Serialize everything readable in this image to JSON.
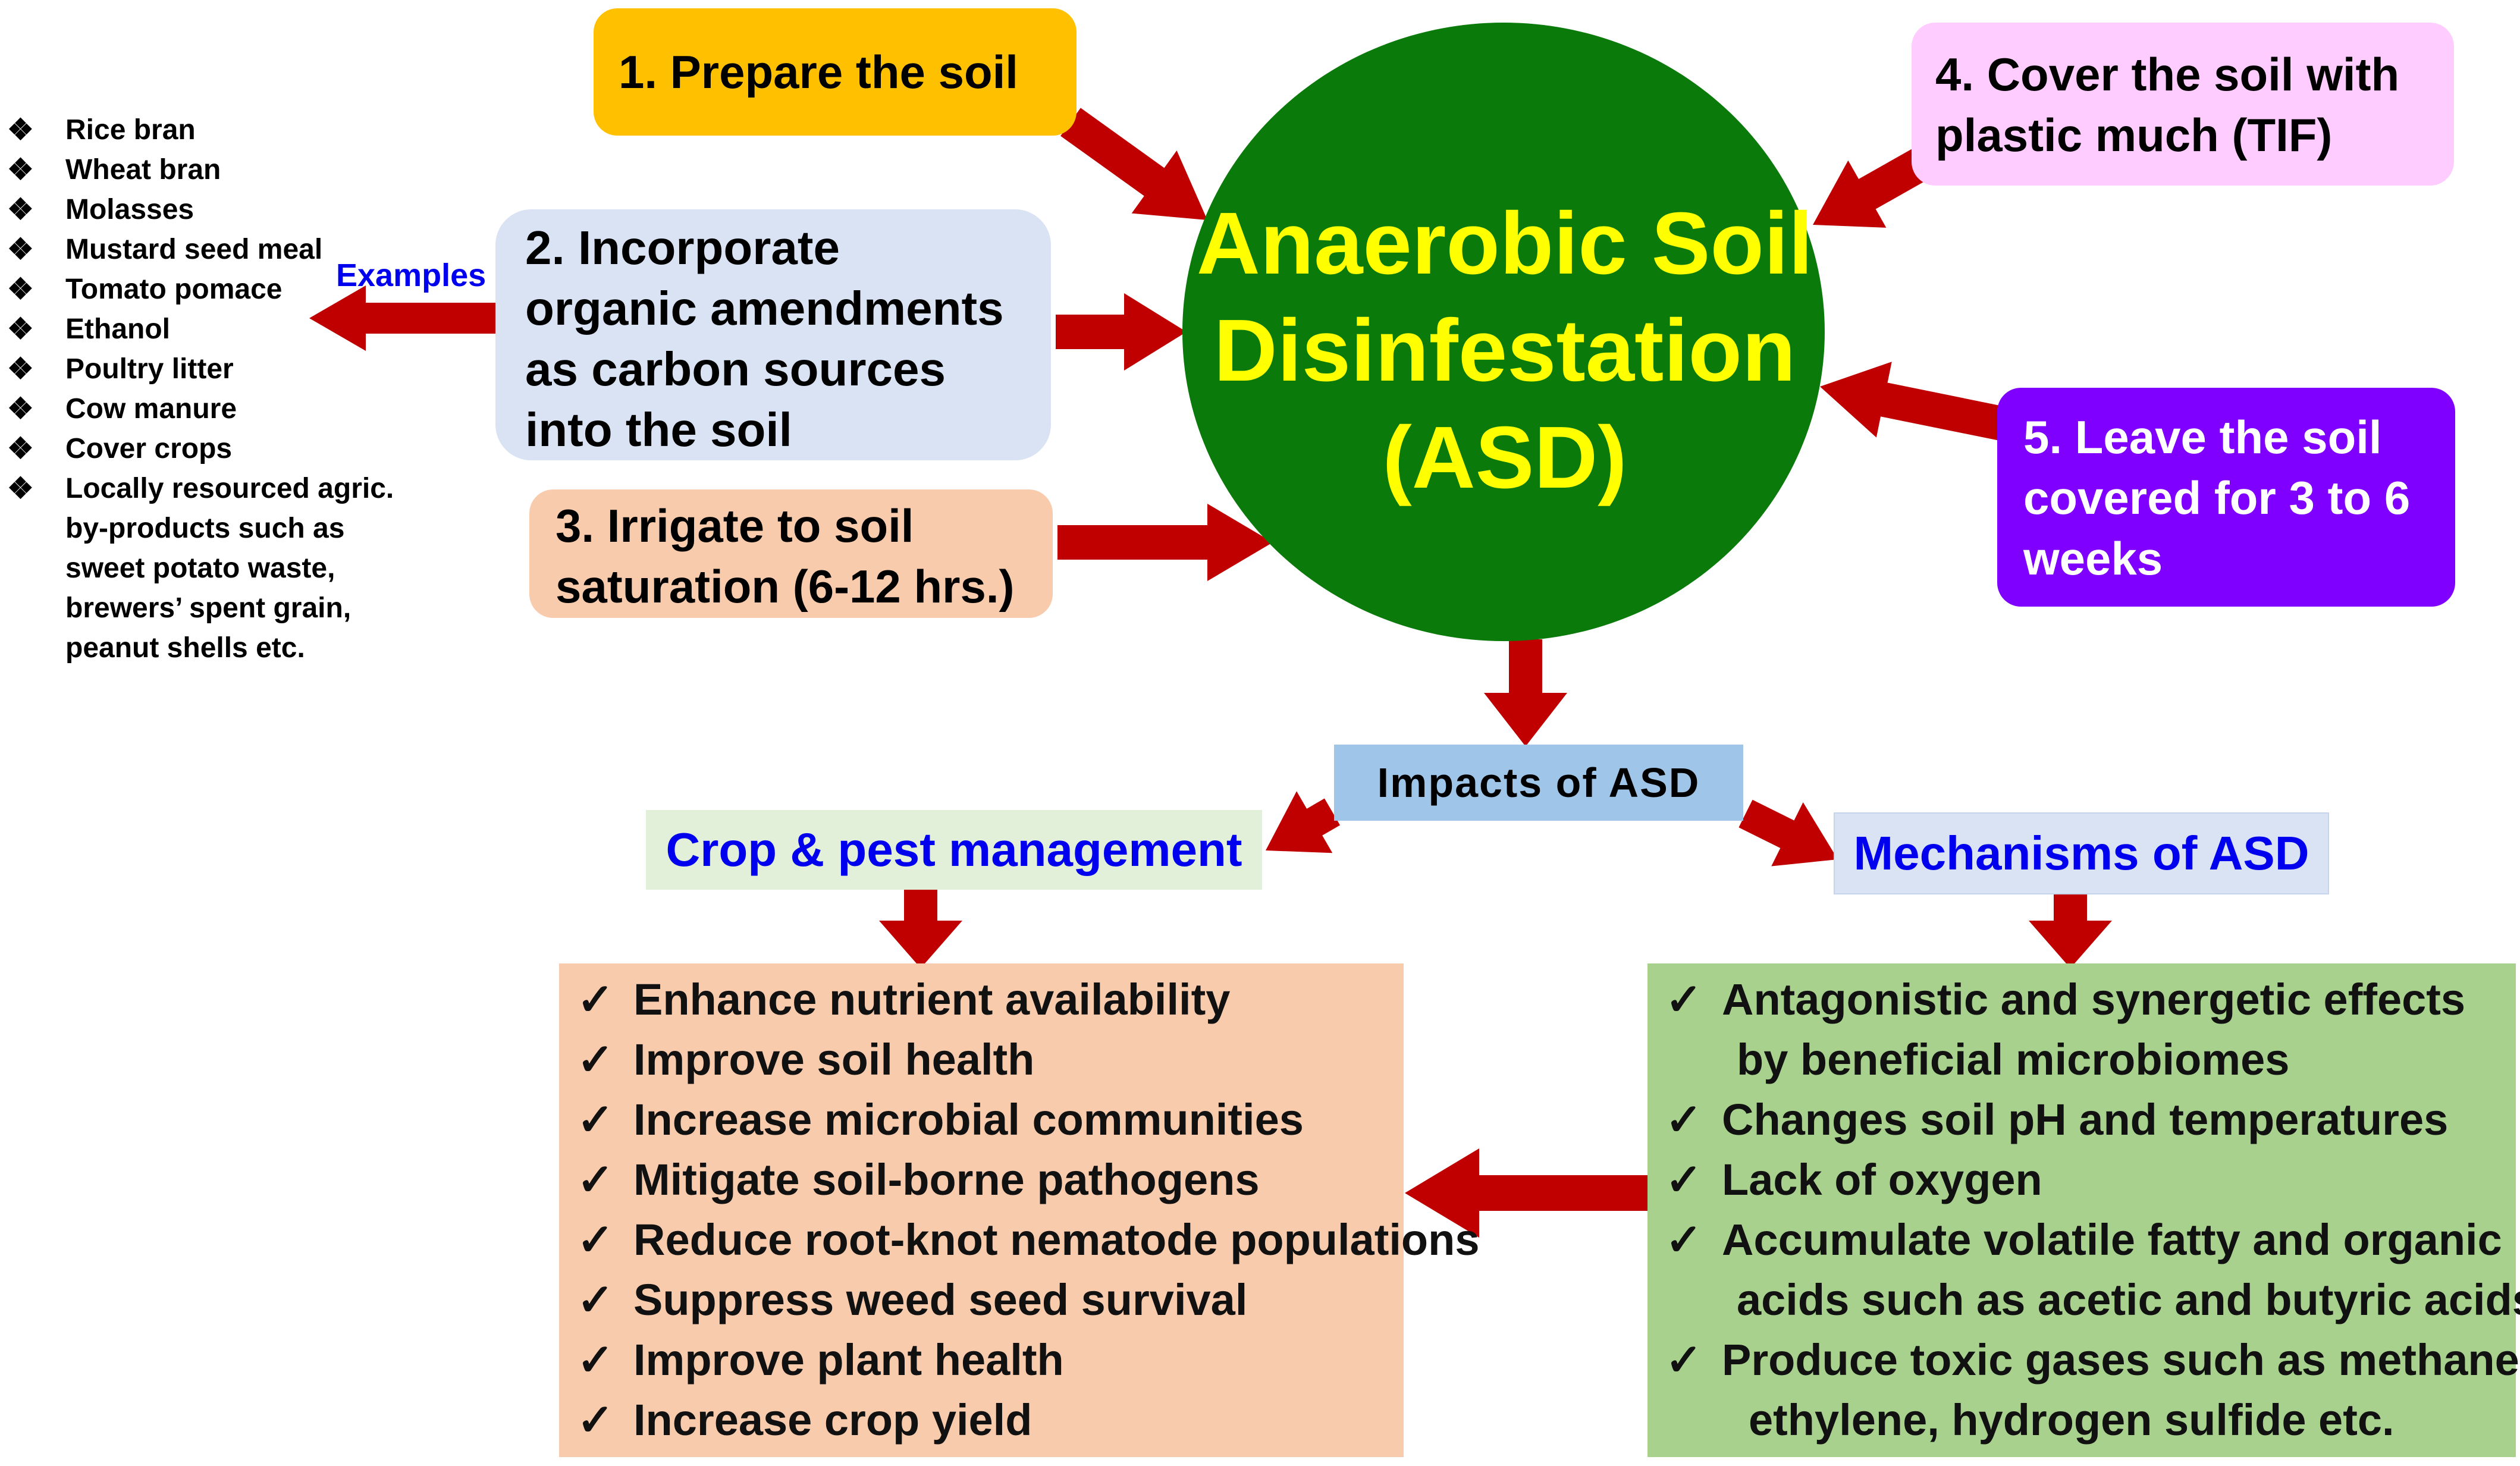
{
  "center": {
    "title_lines": [
      "Anaerobic Soil",
      "Disinfestation",
      "(ASD)"
    ]
  },
  "steps": [
    {
      "id": "step-1",
      "lines": [
        "1.  Prepare the soil"
      ]
    },
    {
      "id": "step-2",
      "lines": [
        "2.  Incorporate",
        "organic amendments",
        "as carbon sources",
        "into the soil"
      ]
    },
    {
      "id": "step-3",
      "lines": [
        "3. Irrigate to soil",
        "saturation (6-12 hrs.)"
      ]
    },
    {
      "id": "step-4",
      "lines": [
        "4.  Cover the soil with",
        "plastic much (TIF)"
      ]
    },
    {
      "id": "step-5",
      "lines": [
        "5. Leave the soil",
        "covered for 3 to 6",
        "weeks"
      ]
    }
  ],
  "examples": {
    "label": "Examples",
    "bullet": "❖",
    "items": [
      "Rice bran",
      "Wheat bran",
      "Molasses",
      "Mustard seed meal",
      "Tomato pomace",
      "Ethanol",
      "Poultry litter",
      "Cow manure",
      "Cover crops",
      "Locally resourced agric.",
      "by-products such as",
      "sweet potato waste,",
      "brewers’ spent grain,",
      "peanut shells etc."
    ]
  },
  "impacts_label": "Impacts of ASD",
  "crop_pest": {
    "heading": "Crop & pest management",
    "check": "✓",
    "items": [
      "Enhance nutrient availability",
      "Improve soil health",
      "Increase microbial communities",
      "Mitigate soil-borne pathogens",
      "Reduce root-knot nematode populations",
      "Suppress weed seed survival",
      "Improve plant health",
      "Increase crop yield"
    ]
  },
  "mechanisms": {
    "heading": "Mechanisms of ASD",
    "check": "✓",
    "items": [
      {
        "first": "Antagonistic and synergetic effects",
        "rest": [
          "by beneficial microbiomes"
        ]
      },
      {
        "first": "Changes soil pH and temperatures",
        "rest": []
      },
      {
        "first": "Lack of oxygen",
        "rest": []
      },
      {
        "first": "Accumulate volatile fatty and organic",
        "rest": [
          "acids such as acetic and butyric acids"
        ]
      },
      {
        "first": "Produce toxic gases such as methane,",
        "rest": [
          "ethylene, hydrogen sulfide etc."
        ]
      }
    ]
  },
  "colors": {
    "step1": "#ffc000",
    "step2": "#dae3f3",
    "step3": "#f8cbad",
    "step4": "#ffccff",
    "step5": "#7f00ff",
    "circle": "#0a7a0a",
    "title": "#ffff00",
    "arrow": "#c00000",
    "heading_blue": "#0000ee"
  }
}
